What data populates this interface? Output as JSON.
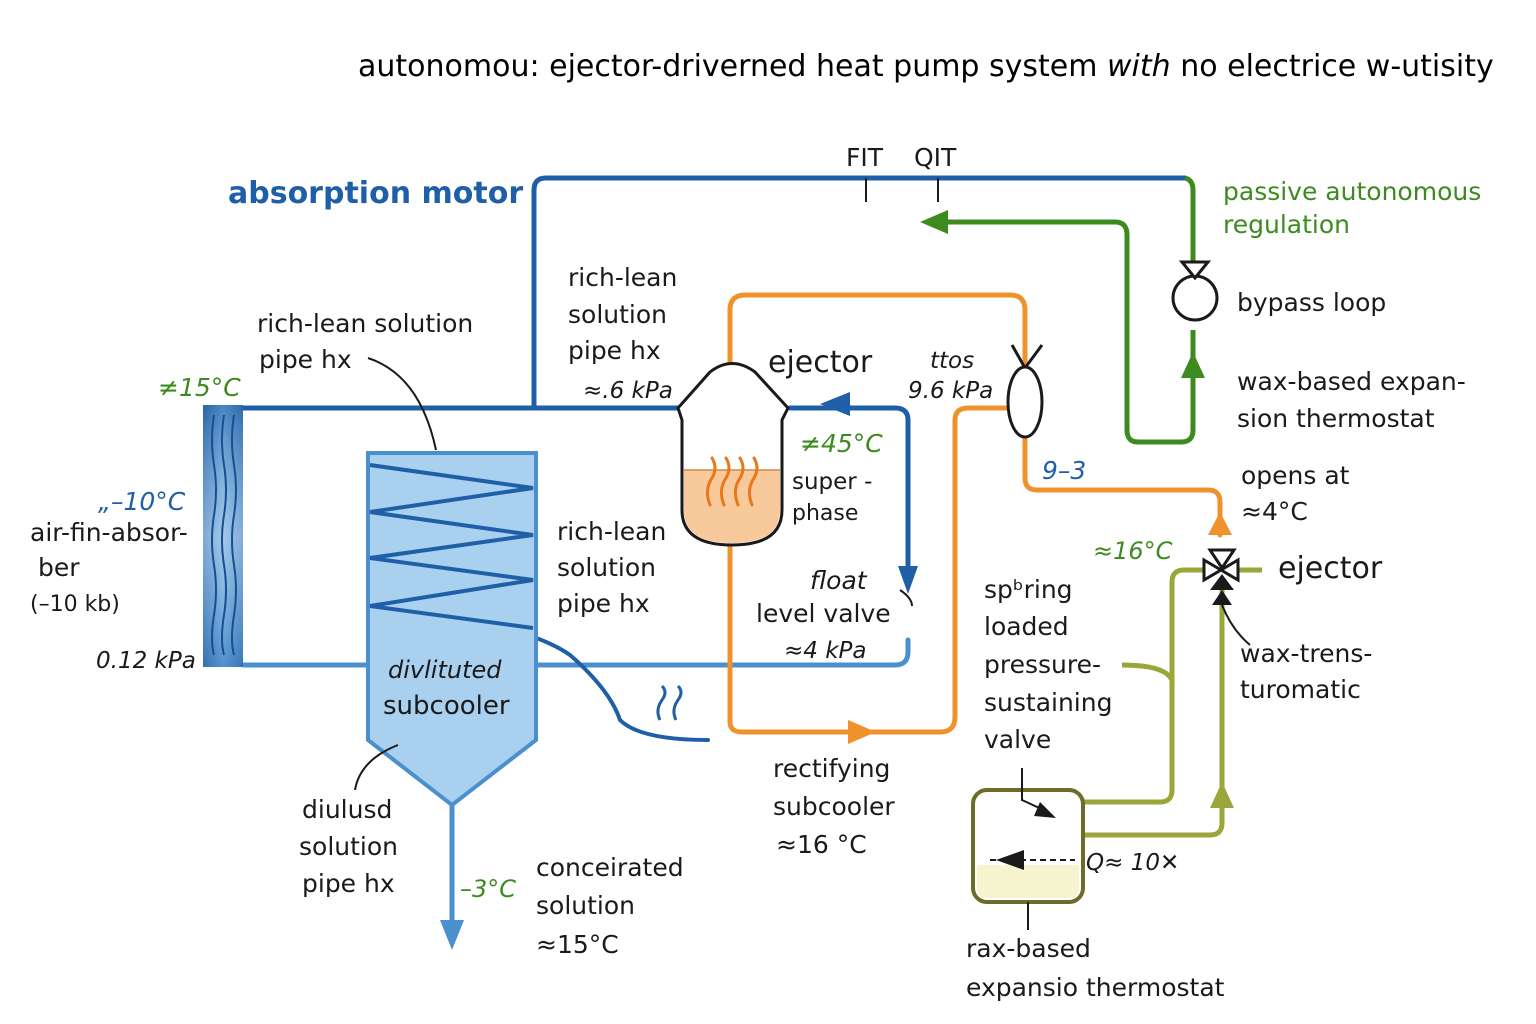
{
  "title": {
    "main": "autonomou: ejector-driverned heat pump system",
    "italic": "with",
    "tail": "no electrice w-utisity"
  },
  "instruments": {
    "fit": "FIT",
    "qit": "QIT"
  },
  "labels": {
    "absorption_motor": "absorption motor",
    "passive_reg_1": "passive autonomous",
    "passive_reg_2": "regulation",
    "bypass_loop": "bypass loop",
    "wax_top_1": "wax-based expan-",
    "wax_top_2": "sion thermostat",
    "opens_at_1": "opens  at",
    "opens_at_2": "≈4°C",
    "ejector_top": "ejector",
    "ejector_right": "ejector",
    "htos": "ttos",
    "htos_kpa": "9.6 kPa",
    "kpa_6": "≈.6 kPa",
    "rl1_1": "rich-lean solution",
    "rl1_2": "pipe hx",
    "rl2_1": "rich-lean",
    "rl2_2": "solution",
    "rl2_3": "pipe hx",
    "rl3_1": "rich-lean",
    "rl3_2": "solution",
    "rl3_3": "pipe hx",
    "temp_15_top": "≠15°C",
    "temp_m10": "„–10°C",
    "air_1": "air-fin-absor-",
    "air_2": "ber",
    "air_3": "(–10 kb)",
    "kpa_012": "0.12 kPa",
    "temp_45": "≠45°C",
    "super": "super -",
    "phase": "phase",
    "float_1": "float",
    "float_2": "level valve",
    "float_3": "≈4 kPa",
    "pipe_93": "9–3",
    "temp_16_green": "≈16°C",
    "spring_1": "spᵇring",
    "spring_2": "loaded",
    "spring_3": "pressure-",
    "spring_4": "sustaining",
    "spring_5": "valve",
    "wax_trens_1": "wax-trens-",
    "wax_trens_2": "turomatic",
    "dilut_1": "divlituted",
    "dilut_2": "subcooler",
    "diluted_hx_1": "diulusd",
    "diluted_hx_2": "solution",
    "diluted_hx_3": "pipe hx",
    "temp_m3": "–3°C",
    "conc_1": "conceirated",
    "conc_2": "solution",
    "conc_3": "≈15°C",
    "rect_1": "rectifying",
    "rect_2": "subcooler",
    "rect_3": "≈16 °C",
    "q_flow": "Q≈ 10✕",
    "rax_1": "rax-based",
    "rax_2": "expansio thermostat"
  },
  "colors": {
    "blue_line": "#1f5fa8",
    "light_blue_line": "#4a90cf",
    "orange_line": "#f0922b",
    "green_line": "#3d8a1f",
    "olive_line": "#9aa63a",
    "dark_olive": "#6f6b2a",
    "hx_fill": "#9ec9ec",
    "generator_fill": "#f8c99a"
  },
  "icons": [
    "ejector-icon",
    "check-valve-icon",
    "expansion-valve-icon",
    "three-way-valve-icon",
    "heat-flame-icon"
  ]
}
